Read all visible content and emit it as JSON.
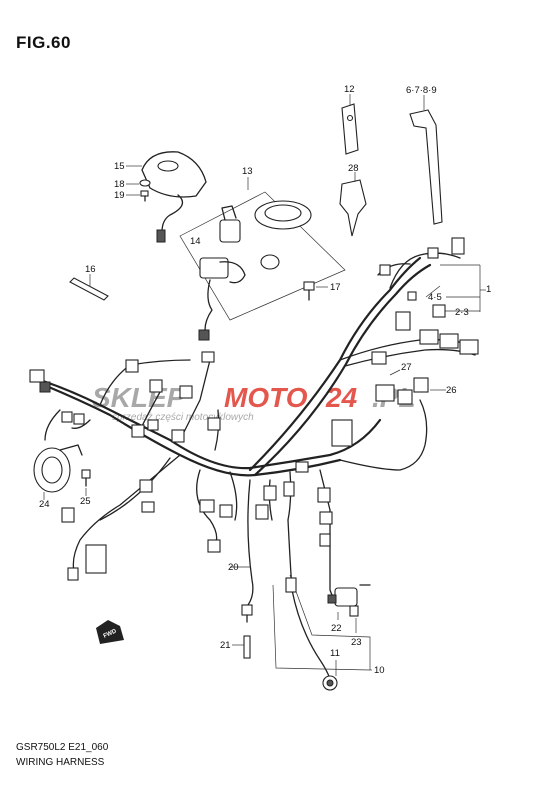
{
  "figure": {
    "title": "FIG.60"
  },
  "footer": {
    "code": "GSR750L2 E21_060",
    "name": "WIRING HARNESS"
  },
  "watermark": {
    "brand_a": "SKLEP",
    "brand_b": "MOTO",
    "brand_c": "24",
    "domain": ".PL",
    "tagline": "sprzedaż części motocyklowych",
    "brand_color": "#e03a2f",
    "gray_color": "#9a9a9a"
  },
  "callouts": {
    "c1": "1",
    "c2_3": "2·3",
    "c4_5": "4·5",
    "c6_9": "6·7·8·9",
    "c10": "10",
    "c11": "11",
    "c12": "12",
    "c13": "13",
    "c14": "14",
    "c15": "15",
    "c16": "16",
    "c17": "17",
    "c18": "18",
    "c19": "19",
    "c20": "20",
    "c21": "21",
    "c22": "22",
    "c23": "23",
    "c24": "24",
    "c25": "25",
    "c26": "26",
    "c27": "27",
    "c28": "28"
  },
  "fwd_arrow": {
    "label": "FWD",
    "icon": "forward-arrow-icon"
  }
}
